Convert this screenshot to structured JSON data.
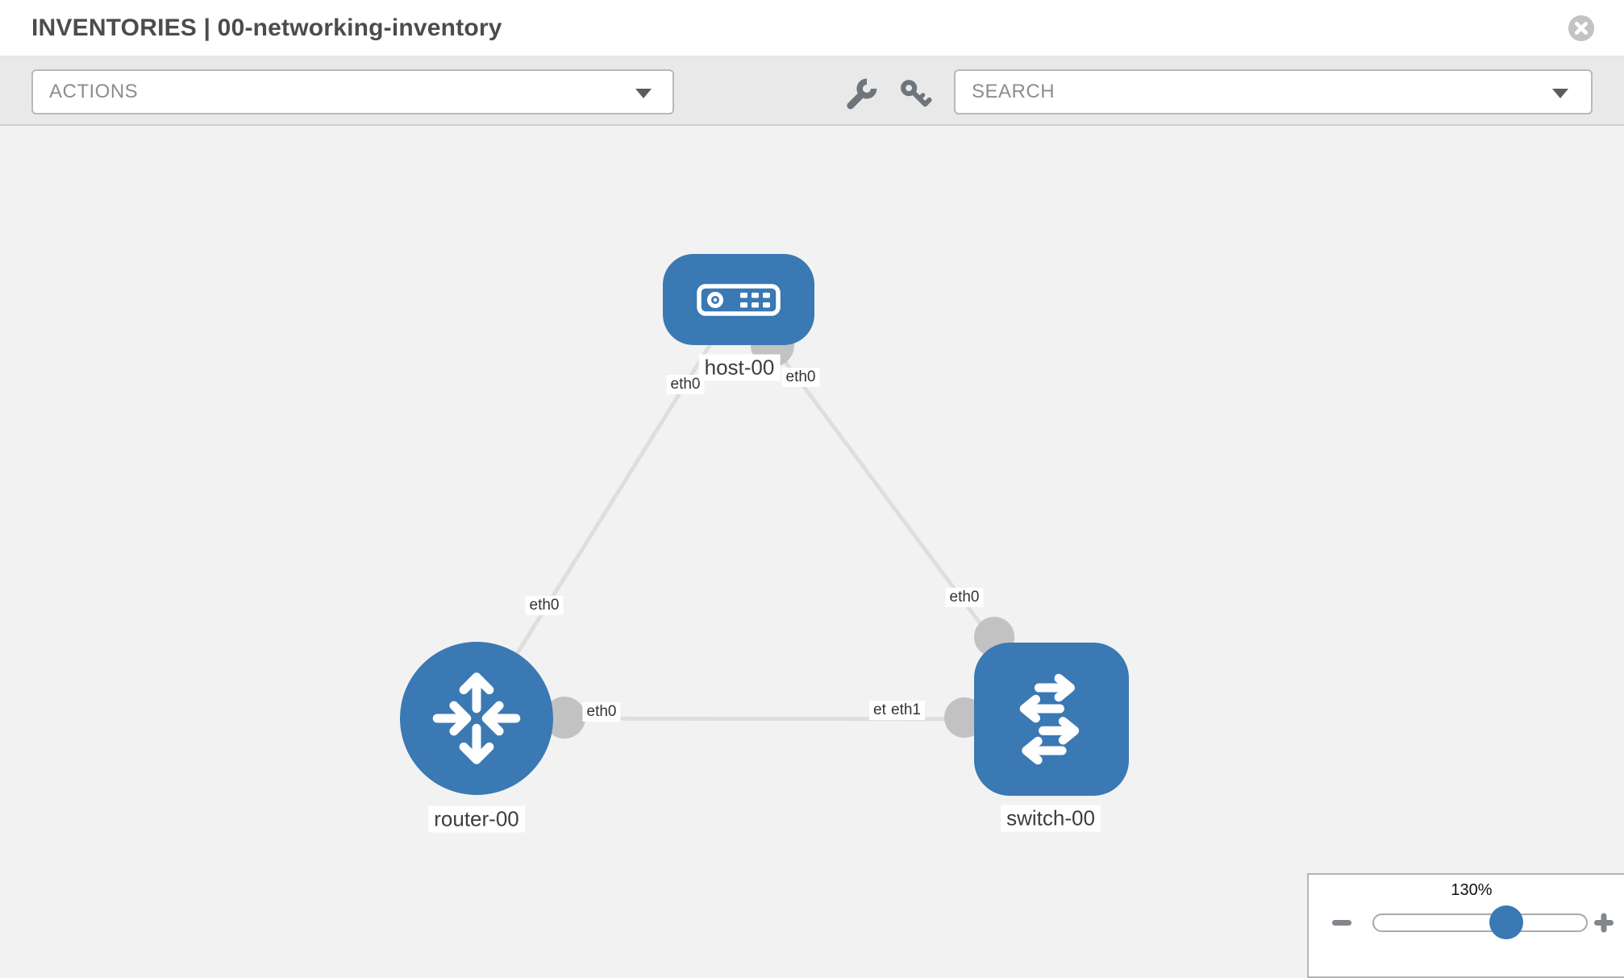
{
  "header": {
    "title": "INVENTORIES | 00-networking-inventory"
  },
  "toolbar": {
    "actions_label": "ACTIONS",
    "search_label": "SEARCH"
  },
  "graph": {
    "nodes": [
      {
        "id": "host-00",
        "type": "host",
        "label": "host-00"
      },
      {
        "id": "router-00",
        "type": "router",
        "label": "router-00"
      },
      {
        "id": "switch-00",
        "type": "switch",
        "label": "switch-00"
      }
    ],
    "edges": [
      {
        "from": "host-00",
        "to": "router-00",
        "from_label": "eth0",
        "to_label": "eth0"
      },
      {
        "from": "host-00",
        "to": "switch-00",
        "from_label": "eth0",
        "to_label": "eth0"
      },
      {
        "from": "router-00",
        "to": "switch-00",
        "from_label": "eth0",
        "to_label": "eth1",
        "to_label_behind": "eth0"
      }
    ]
  },
  "zoom_control": {
    "level": "130%",
    "percent": 62
  },
  "colors": {
    "node_blue": "#3a79b3",
    "edge_gray": "#dedede",
    "port_gray": "#c2c2c2",
    "canvas_bg": "#f2f2f2",
    "toolbar_bg": "#e9e9e9"
  },
  "icons": [
    "close-icon",
    "wrench-icon",
    "key-icon",
    "caret-down-icon",
    "host-icon",
    "router-icon",
    "switch-icon",
    "minus-icon",
    "plus-icon"
  ]
}
